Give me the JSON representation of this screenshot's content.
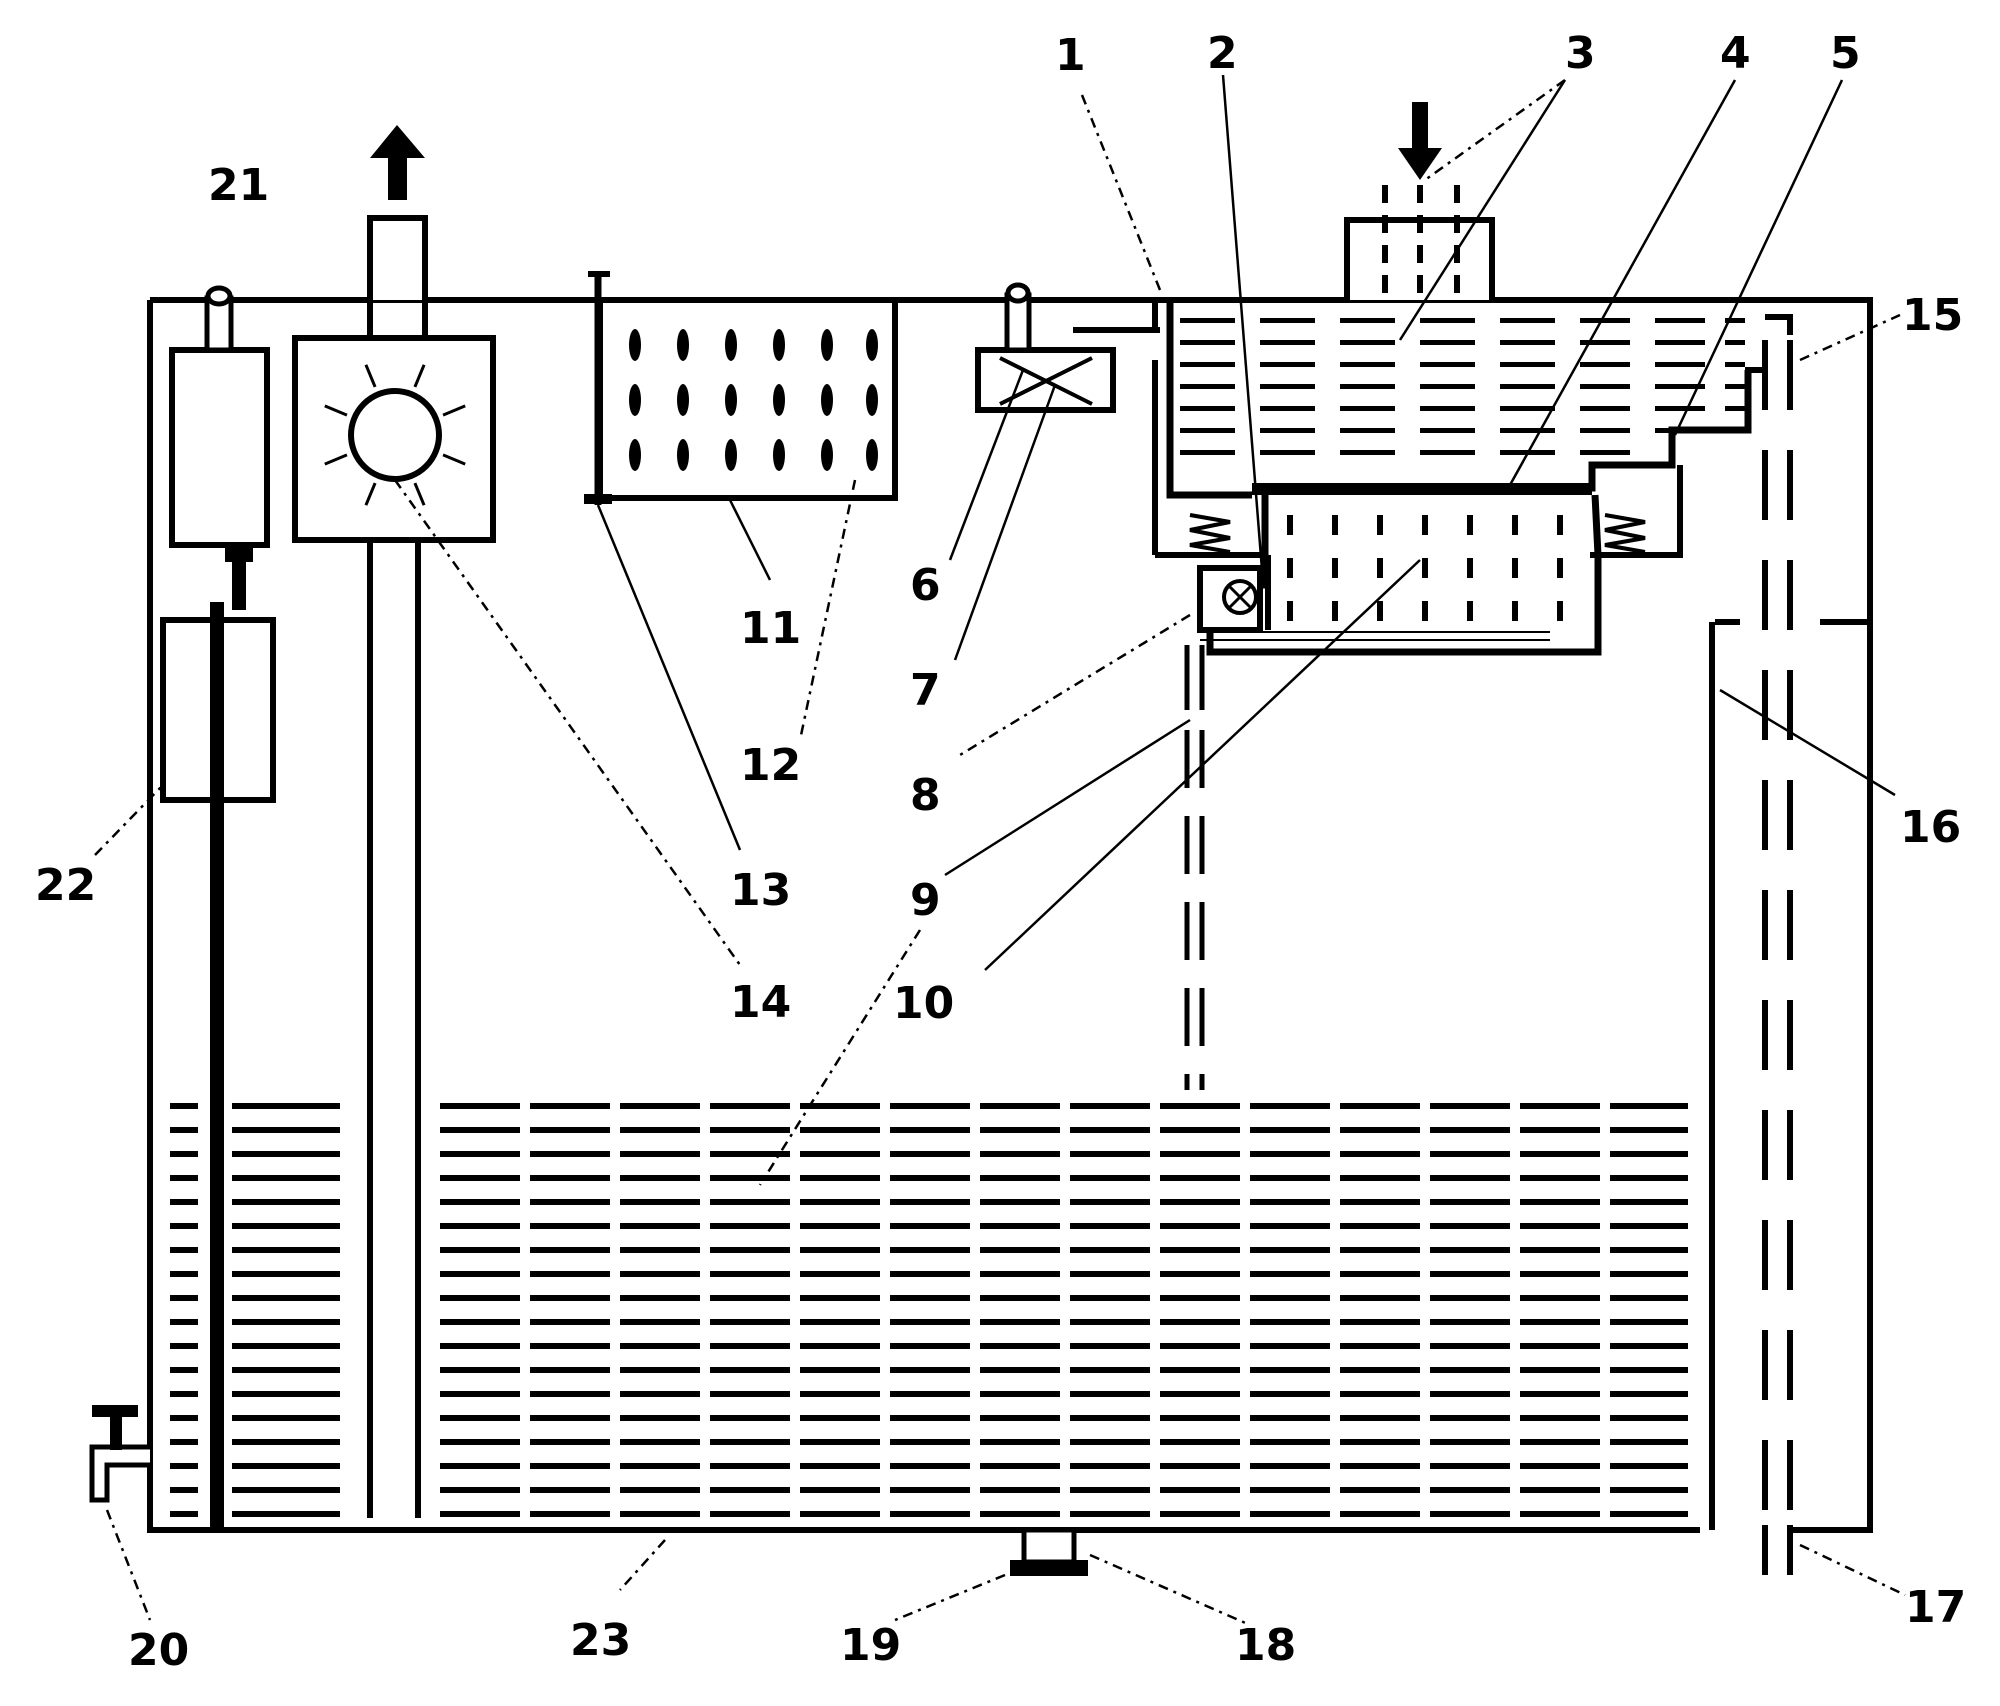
{
  "labels": {
    "l1": "1",
    "l2": "2",
    "l3": "3",
    "l4": "4",
    "l5": "5",
    "l6": "6",
    "l7": "7",
    "l8": "8",
    "l9": "9",
    "l10": "10",
    "l11": "11",
    "l12": "12",
    "l13": "13",
    "l14": "14",
    "l15": "15",
    "l16": "16",
    "l17": "17",
    "l18": "18",
    "l19": "19",
    "l20": "20",
    "l21": "21",
    "l22": "22",
    "l23": "23"
  },
  "colors": {
    "ink": "#000000",
    "background": "#ffffff"
  }
}
